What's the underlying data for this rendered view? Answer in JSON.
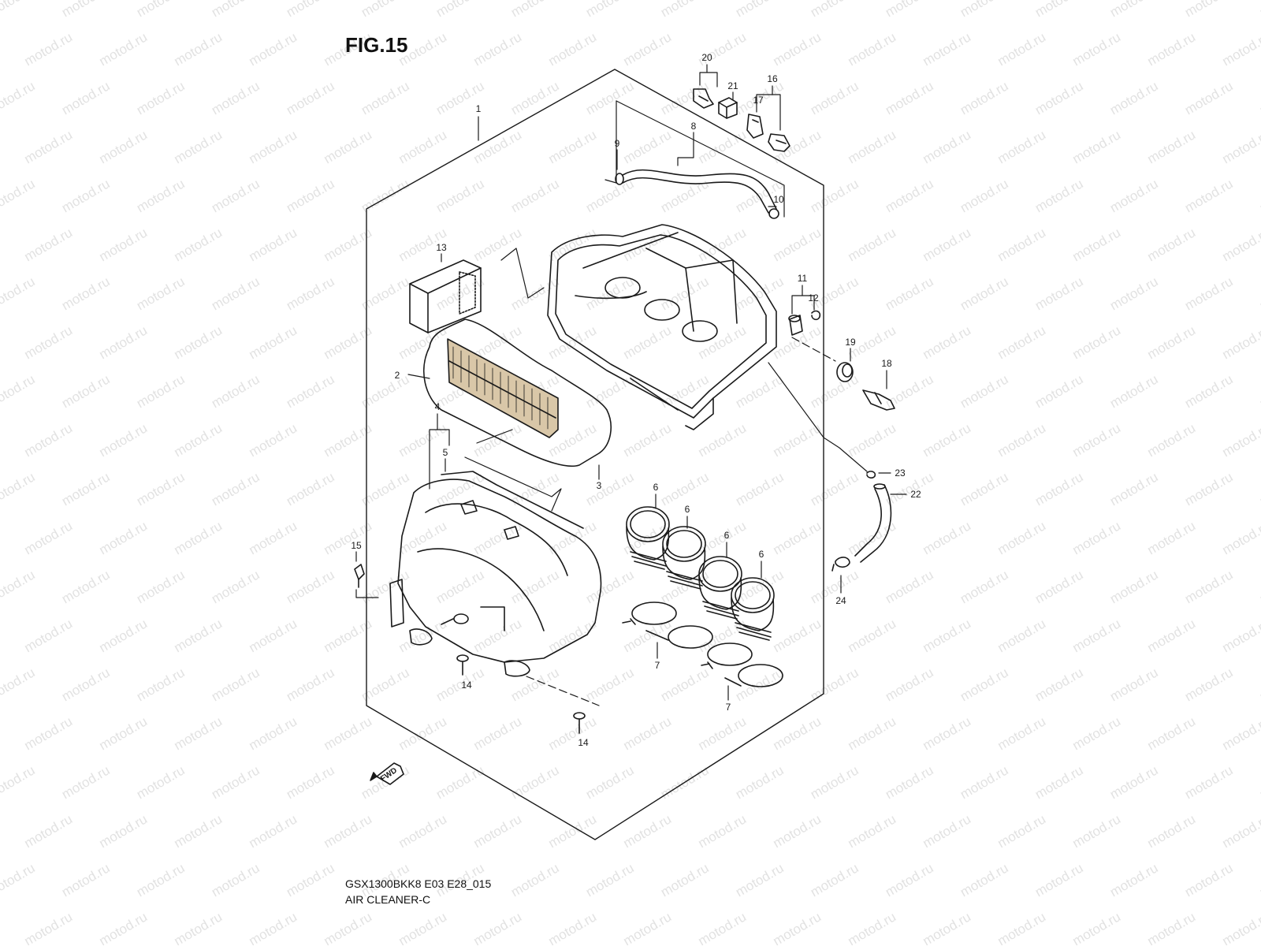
{
  "figure": {
    "title": "FIG.15",
    "model_code": "GSX1300BKK8 E03 E28_015",
    "section_name": "AIR CLEANER-C",
    "fwd_label": "FWD"
  },
  "watermark": {
    "text": "motod.ru",
    "color": "#e2e2e2"
  },
  "colors": {
    "line": "#1a1a1a",
    "filter_fill": "#d9c7a8",
    "paper": "#ffffff"
  },
  "callouts": [
    {
      "num": "1",
      "part": "air-cleaner-box"
    },
    {
      "num": "2",
      "part": "air-filter-element"
    },
    {
      "num": "3",
      "part": "filter-seal"
    },
    {
      "num": "4",
      "part": "case-seal"
    },
    {
      "num": "5",
      "part": "case-seal-inner"
    },
    {
      "num": "6",
      "part": "funnel"
    },
    {
      "num": "6",
      "part": "funnel"
    },
    {
      "num": "6",
      "part": "funnel"
    },
    {
      "num": "6",
      "part": "funnel"
    },
    {
      "num": "7",
      "part": "clamp"
    },
    {
      "num": "7",
      "part": "clamp"
    },
    {
      "num": "8",
      "part": "breather-hose"
    },
    {
      "num": "9",
      "part": "clip"
    },
    {
      "num": "10",
      "part": "clip"
    },
    {
      "num": "11",
      "part": "plug"
    },
    {
      "num": "12",
      "part": "clip"
    },
    {
      "num": "13",
      "part": "sponge"
    },
    {
      "num": "14",
      "part": "screw"
    },
    {
      "num": "14",
      "part": "screw"
    },
    {
      "num": "15",
      "part": "grommet-bolt"
    },
    {
      "num": "16",
      "part": "sensor-set"
    },
    {
      "num": "17",
      "part": "sensor"
    },
    {
      "num": "18",
      "part": "drain-plug"
    },
    {
      "num": "19",
      "part": "grommet"
    },
    {
      "num": "20",
      "part": "sensor-set"
    },
    {
      "num": "21",
      "part": "sensor"
    },
    {
      "num": "22",
      "part": "drain-hose"
    },
    {
      "num": "23",
      "part": "clip"
    },
    {
      "num": "24",
      "part": "clamp"
    }
  ]
}
